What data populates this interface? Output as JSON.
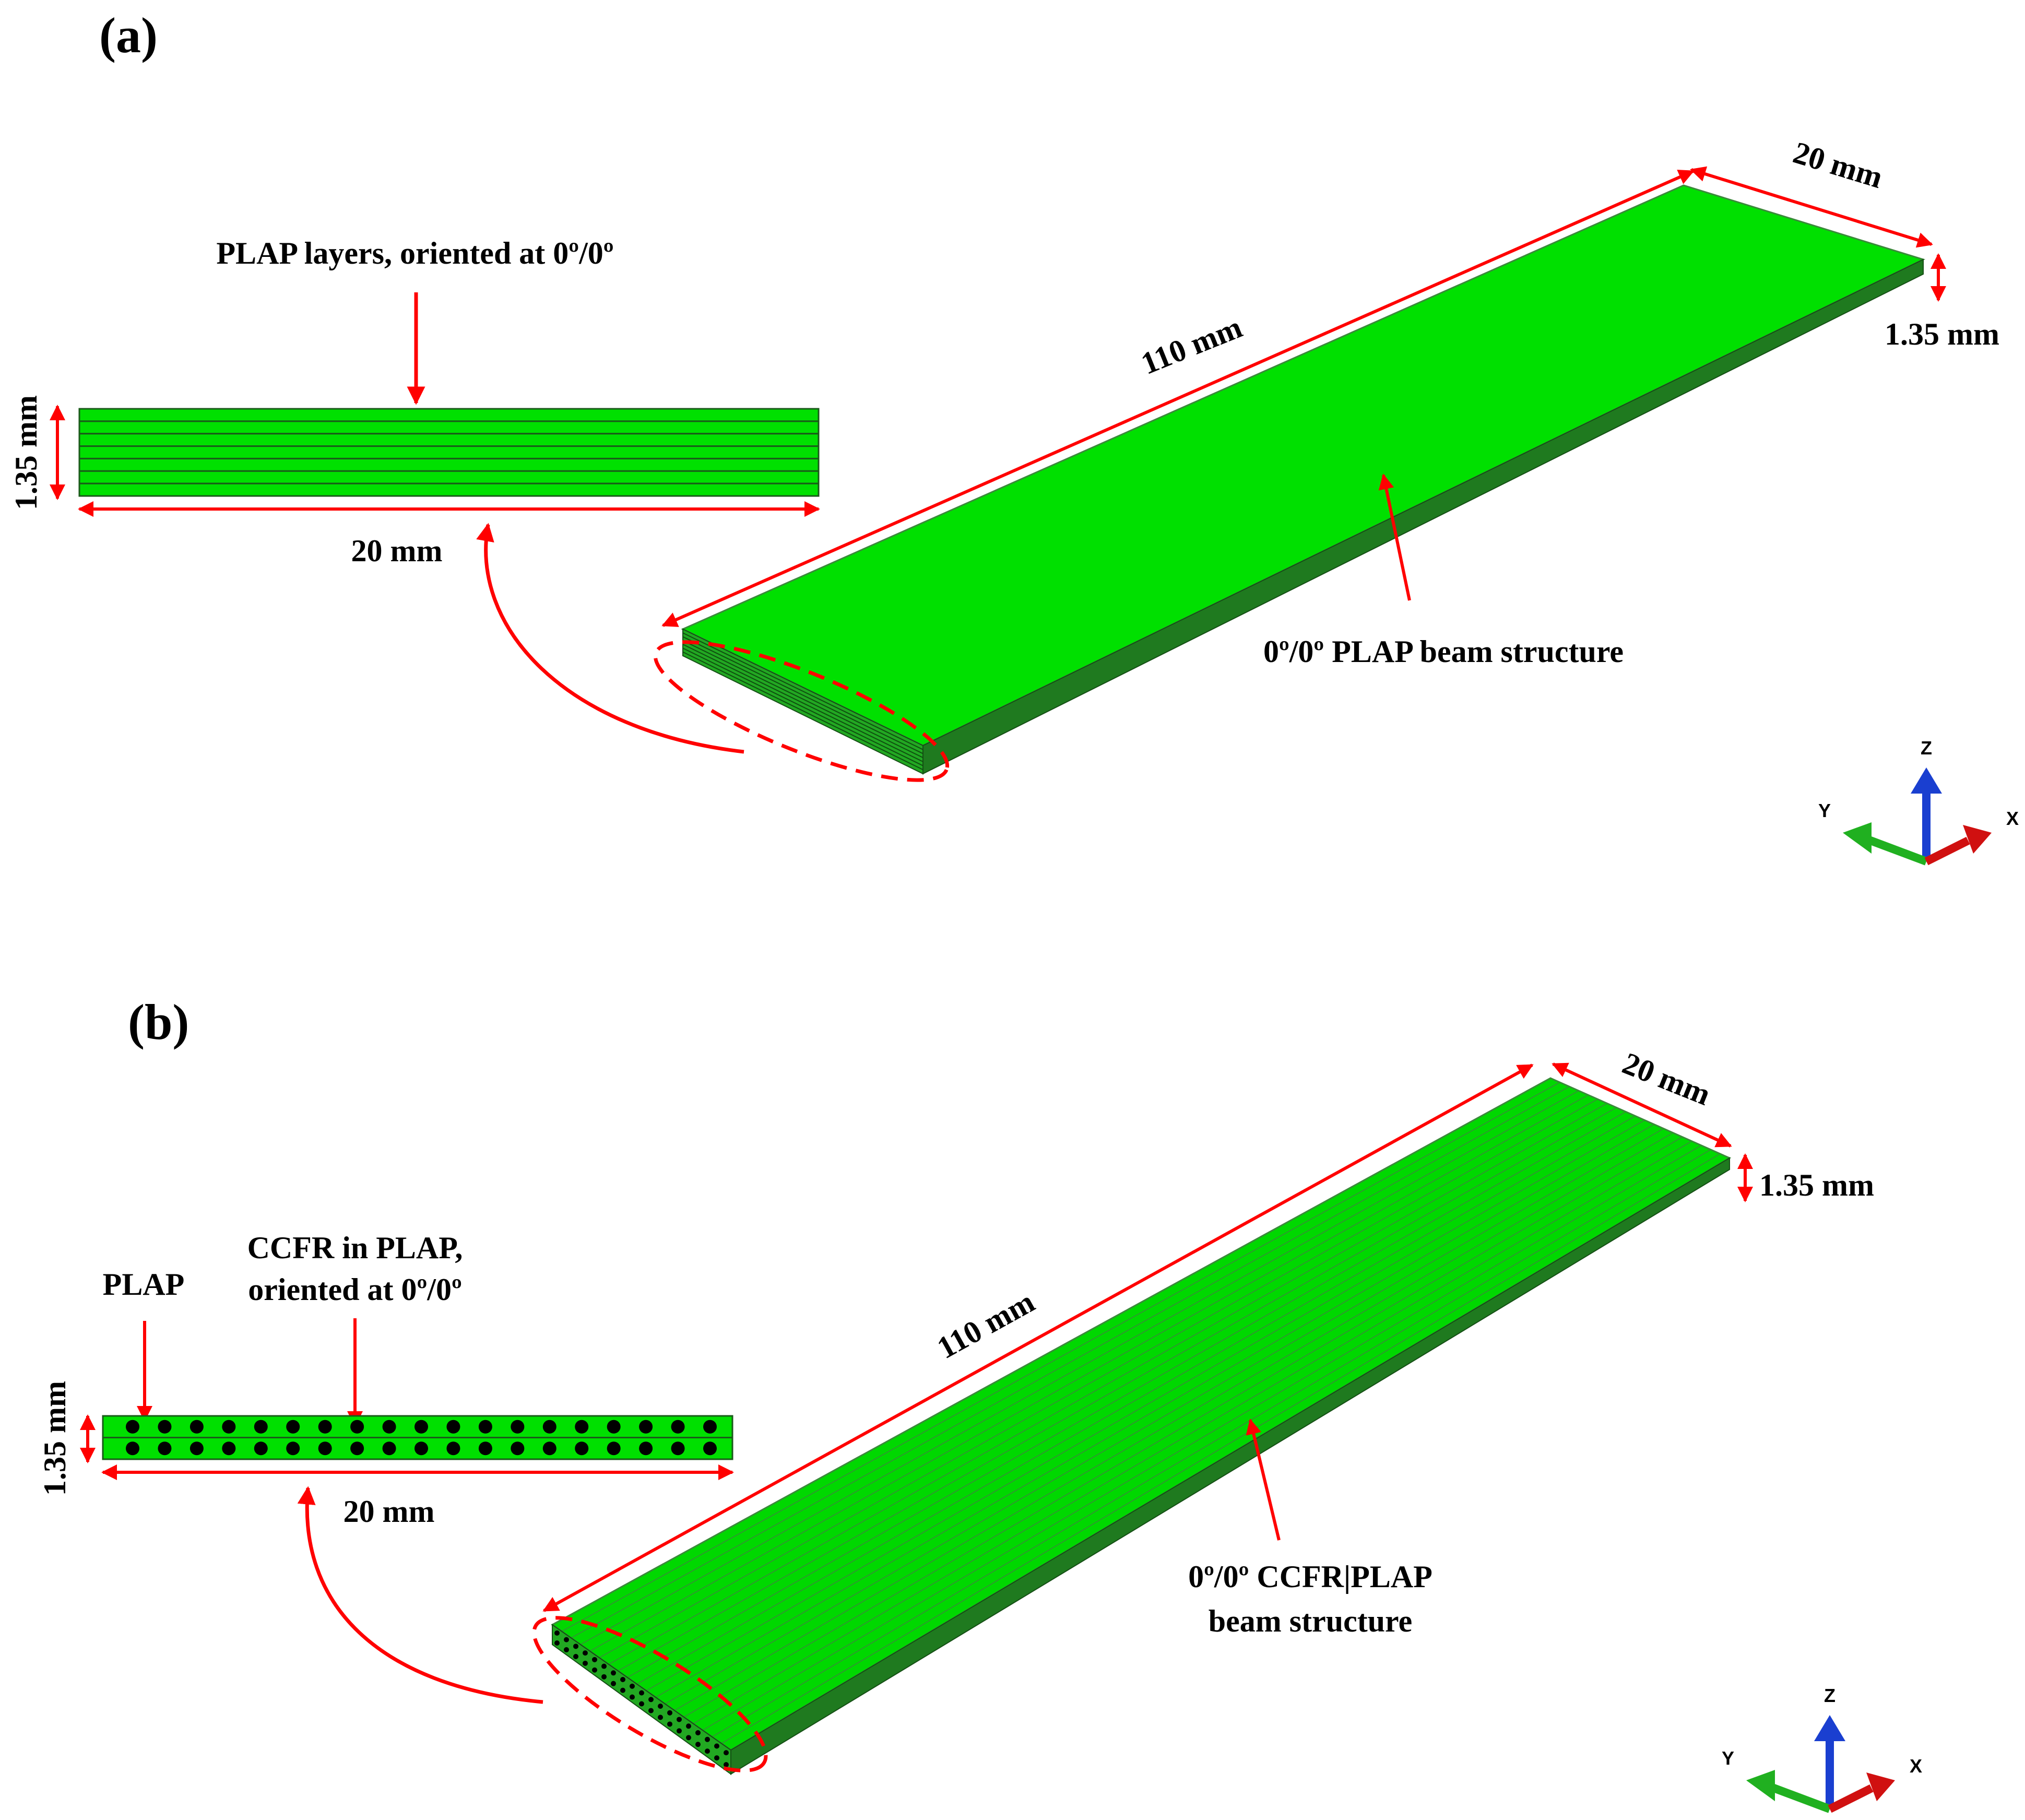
{
  "colors": {
    "dimension_lines": "#ff0000",
    "beam_face": "#00e000",
    "beam_side": "#1f7a1f",
    "fibers": "#000000",
    "axis_x": "#d01010",
    "axis_y": "#20b020",
    "axis_z": "#1a3fd0"
  },
  "panel_a": {
    "label": "(a)",
    "section_callout": "PLAP layers, oriented at 0º/0º",
    "section_height": "1.35 mm",
    "section_width": "20 mm",
    "beam_length": "110 mm",
    "beam_width": "20 mm",
    "beam_thickness": "1.35 mm",
    "beam_name": "0º/0º PLAP beam structure",
    "section_layer_count": 7
  },
  "panel_b": {
    "label": "(b)",
    "callout_matrix": "PLAP",
    "callout_fibers_line1": "CCFR in PLAP,",
    "callout_fibers_line2": "oriented at 0º/0º",
    "section_height": "1.35 mm",
    "section_width": "20 mm",
    "beam_length": "110 mm",
    "beam_width": "20 mm",
    "beam_thickness": "1.35 mm",
    "beam_name_line1": "0º/0º CCFR|PLAP",
    "beam_name_line2": "beam structure",
    "fiber_rows": 2,
    "fibers_per_row": 19
  },
  "axes_triad": {
    "x": "X",
    "y": "Y",
    "z": "Z"
  }
}
